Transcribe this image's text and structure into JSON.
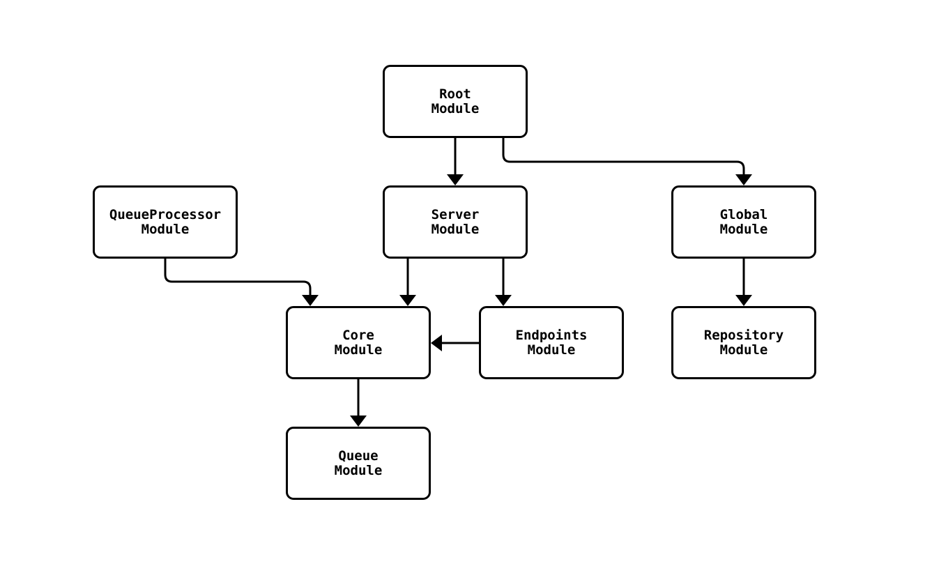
{
  "diagram": {
    "type": "flowchart",
    "background_color": "#ffffff",
    "node_fill_color": "#ffffff",
    "stroke_color": "#000000",
    "nodes": [
      {
        "id": "RootModule",
        "label": "Root\nModule"
      },
      {
        "id": "QueueProcessorModule",
        "label": "QueueProcessor\nModule"
      },
      {
        "id": "ServerModule",
        "label": "Server\nModule"
      },
      {
        "id": "GlobalModule",
        "label": "Global\nModule"
      },
      {
        "id": "CoreModule",
        "label": "Core\nModule"
      },
      {
        "id": "EndpointsModule",
        "label": "Endpoints\nModule"
      },
      {
        "id": "RepositoryModule",
        "label": "Repository\nModule"
      },
      {
        "id": "QueueModule",
        "label": "Queue\nModule"
      }
    ],
    "edges": [
      {
        "from": "RootModule",
        "to": "ServerModule"
      },
      {
        "from": "RootModule",
        "to": "GlobalModule"
      },
      {
        "from": "QueueProcessorModule",
        "to": "CoreModule"
      },
      {
        "from": "ServerModule",
        "to": "CoreModule"
      },
      {
        "from": "ServerModule",
        "to": "EndpointsModule"
      },
      {
        "from": "EndpointsModule",
        "to": "CoreModule"
      },
      {
        "from": "GlobalModule",
        "to": "RepositoryModule"
      },
      {
        "from": "CoreModule",
        "to": "QueueModule"
      }
    ]
  }
}
